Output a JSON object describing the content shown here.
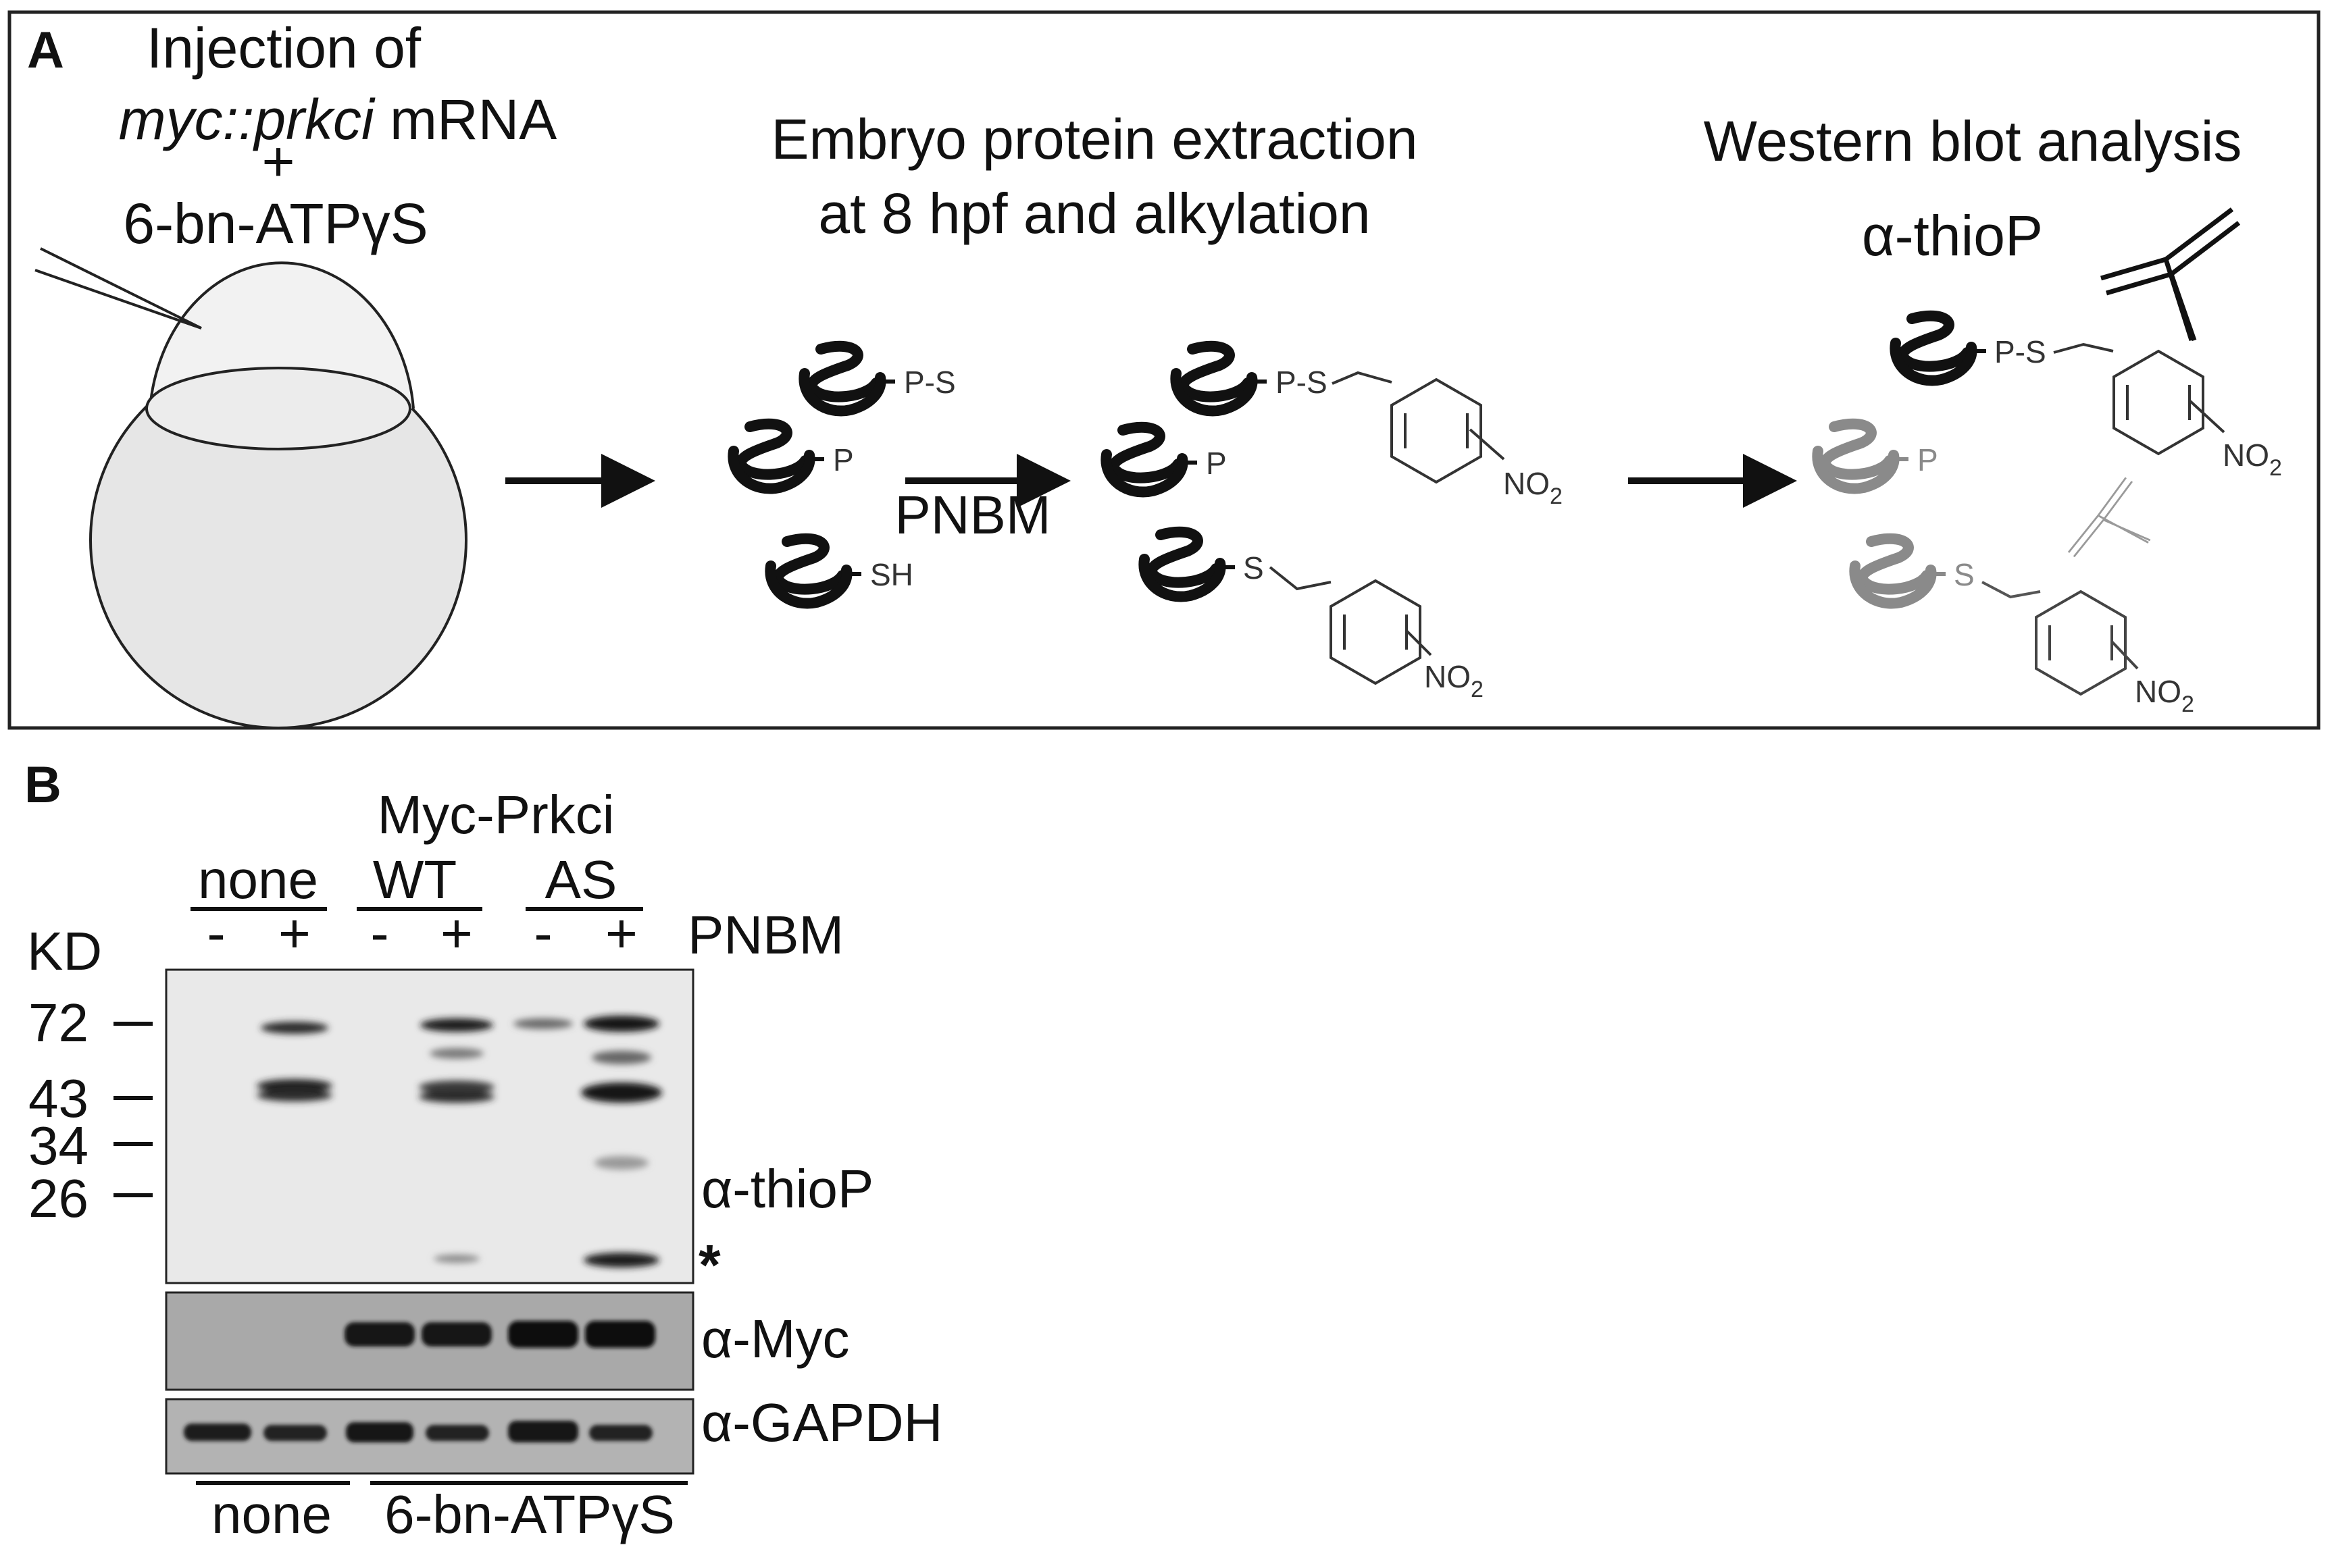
{
  "panel_a": {
    "label": "A",
    "step1": {
      "line1": "Injection of",
      "line2_italic": "myc::prkci",
      "line2_rest": " mRNA",
      "plus": "+",
      "line3": "6-bn-ATPγS"
    },
    "step2": {
      "line1": "Embryo protein extraction",
      "line2": "at 8 hpf and alkylation"
    },
    "step3": {
      "line1": "Western blot analysis",
      "antibody": "α-thioP"
    },
    "arrow_label": "PNBM",
    "mol_labels": {
      "ps": "P-S",
      "p": "P",
      "sh": "SH",
      "s": "S",
      "no2": "NO",
      "no2_sub": "2"
    }
  },
  "panel_b": {
    "label": "B",
    "header_group": "Myc-Prkci",
    "groups": [
      "none",
      "WT",
      "AS"
    ],
    "lane_signs": [
      "-",
      "+",
      "-",
      "+",
      "-",
      "+"
    ],
    "treatment_label": "PNBM",
    "kd_label": "KD",
    "markers": [
      "72",
      "43",
      "34",
      "26"
    ],
    "blot_labels": {
      "thiop": "α-thioP",
      "myc": "α-Myc",
      "gapdh": "α-GAPDH"
    },
    "asterisk": "*",
    "bottom_groups": [
      "none",
      "6-bn-ATPγS"
    ]
  }
}
